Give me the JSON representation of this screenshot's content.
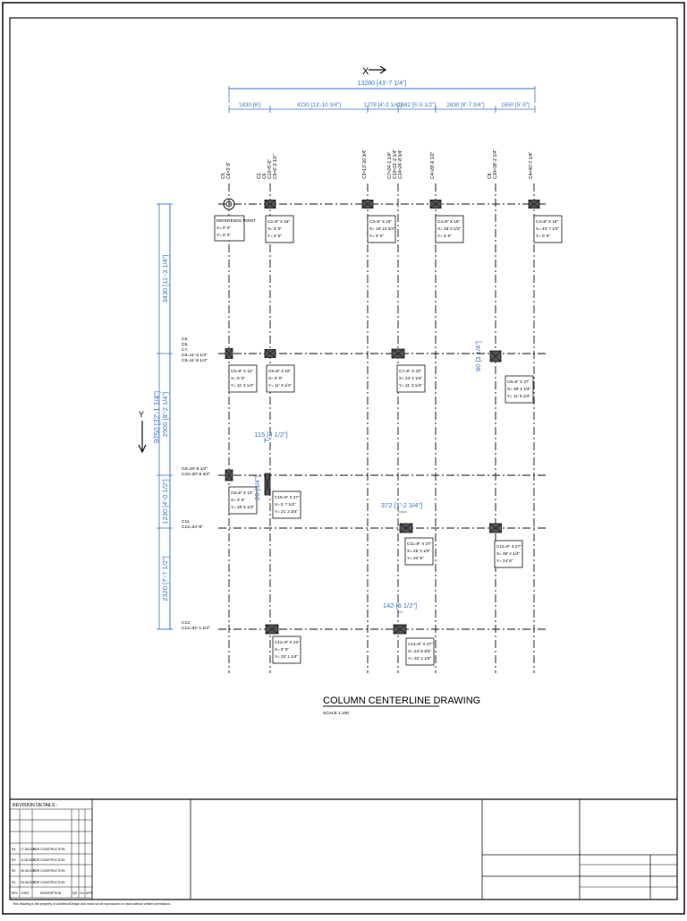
{
  "drawing": {
    "title": "COLUMN CENTERLINE DRAWING",
    "scale": "SCALE 1:100",
    "x_axis_label": "X",
    "y_axis_label": "Y",
    "overall_x": "13280 [43'-7 1/4\"]",
    "x_dims": [
      "1830 [6']",
      "4230 [13'-10 3/4\"]",
      "1278 [4'-2 1/4\"]",
      "1682 [5'-5 1/2\"]",
      "2630 [8'-7 3/4\"]",
      "1650 [5'-5\"]"
    ],
    "overall_y": "9750 [32'-1 1/4\"]",
    "y_dims": [
      "3430 [11'-3 1/4\"]",
      "2500 [8'-2 1/4\"]",
      "1230 [4'-0 1/2\"]",
      "2320 [7'-7 1/2\"]"
    ],
    "grid_labels_x": [
      "C5, C6=3'-5\"",
      "C2, C6, C12=5'-6\" C9=6'-2 1/2\"",
      "C3=13'-10 3/4\"",
      "C7=24'-1 1/4\" C13=21'-2 1/4\" C14=24'-8 3/4\"",
      "C4=28'-6 1/2\"",
      "C8, C10=28'-2 1/4\"",
      "C4=40'-7 1/4\""
    ],
    "grid_labels_y": [
      "C5, C6, C7, C8=11'-3 1/4\" C9=11'-8 1/4\"",
      "C9=20'-5 1/2\" C10=20'-8 3/4\"",
      "C11, C12=24'-8\"",
      "C13, C14=32'-1 1/4\""
    ],
    "offset_dims": [
      "80 [3 1/4\"]",
      "115 [4 1/2\"]",
      "20 [3/4\"]",
      "372 [1'-2 3/4\"]",
      "142 [5 1/2\"]"
    ],
    "reference_point": [
      "REFERENCE POINT",
      "X= 0' 0\"",
      "Y= 0' 0\""
    ],
    "column_tags": [
      [
        "C2=9\" X 18\"",
        "X= 6' 0\"",
        "Y= 0' 0\""
      ],
      [
        "C3=9\" X 18\"",
        "X= 19' 10 3/4\"",
        "Y= 0' 0\""
      ],
      [
        "C4=9\" X 18\"",
        "X= 28' 6 1/2\"",
        "Y= 0' 0\""
      ],
      [
        "C4=9\" X 18\"",
        "X= 43' 7 1/4\"",
        "Y= 0' 0\""
      ],
      [
        "C5=9\" X 12\"",
        "X= 0' 0\"",
        "Y= 11' 3 1/4\""
      ],
      [
        "C6=9\" X 18\"",
        "X= 6' 0\"",
        "Y= 11' 3 1/4\""
      ],
      [
        "C7=9\" X 23\"",
        "X= 24' 1 1/4\"",
        "Y= 11' 3 1/4\""
      ],
      [
        "C8=9\" X 27\"",
        "X= 38' 2 1/4\"",
        "Y= 11' 8 1/4\""
      ],
      [
        "C9=9\" X 12\"",
        "X= 0' 0\"",
        "Y= 20' 5 1/2\""
      ],
      [
        "C10=9\" X 27\"",
        "X= 5' 7 1/2\"",
        "Y= 21' 2 3/4\""
      ],
      [
        "C11=9\" X 27\"",
        "X= 25' 3 1/4\"",
        "Y= 24' 8\""
      ],
      [
        "C12=9\" X 27\"",
        "X= 38' 2 1/4\"",
        "Y= 24' 8\""
      ],
      [
        "C13=9\" X 23\"",
        "X= 6' 0\"",
        "Y= 32' 1 1/4\""
      ],
      [
        "C14=9\" X 27\"",
        "X= 24' 8 3/4\"",
        "Y= 32' 1 1/4\""
      ]
    ]
  },
  "titleblock": {
    "revision_header": "REVISION DETAILS :",
    "revisions": [
      {
        "rev": "R4",
        "date": "17.08.2020",
        "desc": "FOR CONSTRUCTION"
      },
      {
        "rev": "R3",
        "date": "11.08.2020",
        "desc": "FOR CONSTRUCTION"
      },
      {
        "rev": "R2",
        "date": "06.08.2020",
        "desc": "FOR CONSTRUCTION"
      },
      {
        "rev": "R1",
        "date": "03.08.2020",
        "desc": "FOR CONSTRUCTION"
      }
    ],
    "col_headers": [
      "REV",
      "DATE",
      "DESCRIPTION",
      "DR",
      "CH",
      "APR"
    ],
    "footer_note": "This drawing is the property of Architect/Design and shall not be reproduced or used without written permission."
  },
  "colors": {
    "line": "#111111",
    "dimension": "#3a74c4",
    "column_fill": "#555555"
  }
}
